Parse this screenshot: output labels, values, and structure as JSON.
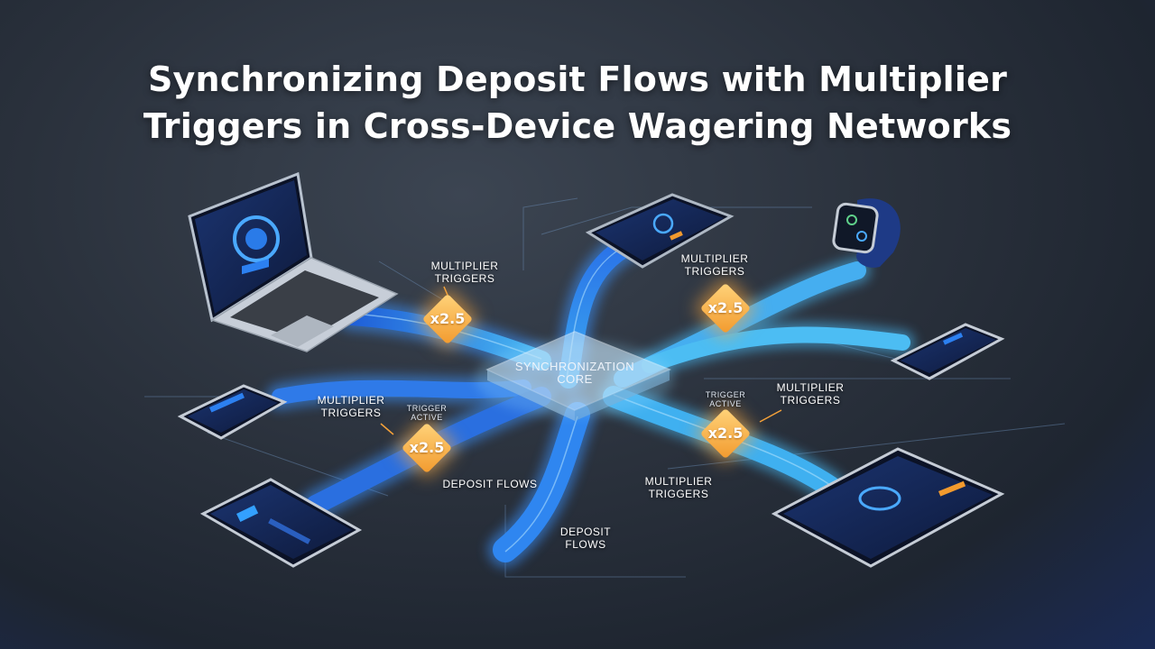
{
  "title": {
    "line1": "Synchronizing Deposit Flows with Multiplier",
    "line2": "Triggers in Cross-Device Wagering Networks"
  },
  "core": {
    "line1": "SYNCHRONIZATION",
    "line2": "CORE"
  },
  "multipliers": [
    {
      "value": "x2.5"
    },
    {
      "value": "x2.5"
    },
    {
      "value": "x2.5"
    },
    {
      "value": "x2.5"
    }
  ],
  "labels": {
    "mt1a": "MULTIPLIER",
    "mt1b": "TRIGGERS",
    "mt2a": "MULTIPLIER",
    "mt2b": "TRIGGERS",
    "mt3a": "MULTIPLIER",
    "mt3b": "TRIGGERS",
    "mt4a": "MULTIPLIER",
    "mt4b": "TRIGGERS",
    "mt5a": "MULTIPLIER",
    "mt5b": "TRIGGERS",
    "ta1a": "TRIGGER",
    "ta1b": "ACTIVE",
    "ta2a": "TRIGGER",
    "ta2b": "ACTIVE",
    "df1": "DEPOSIT FLOWS",
    "df2a": "DEPOSIT",
    "df2b": "FLOWS"
  },
  "colors": {
    "flow": "#2f86f0",
    "flow_light": "#5fc8f5",
    "multiplier": "#f5a23a",
    "device_screen": "#1a2d5c"
  },
  "icons": [
    "laptop-icon",
    "tablet-icon",
    "smartwatch-icon",
    "phone-icon"
  ]
}
